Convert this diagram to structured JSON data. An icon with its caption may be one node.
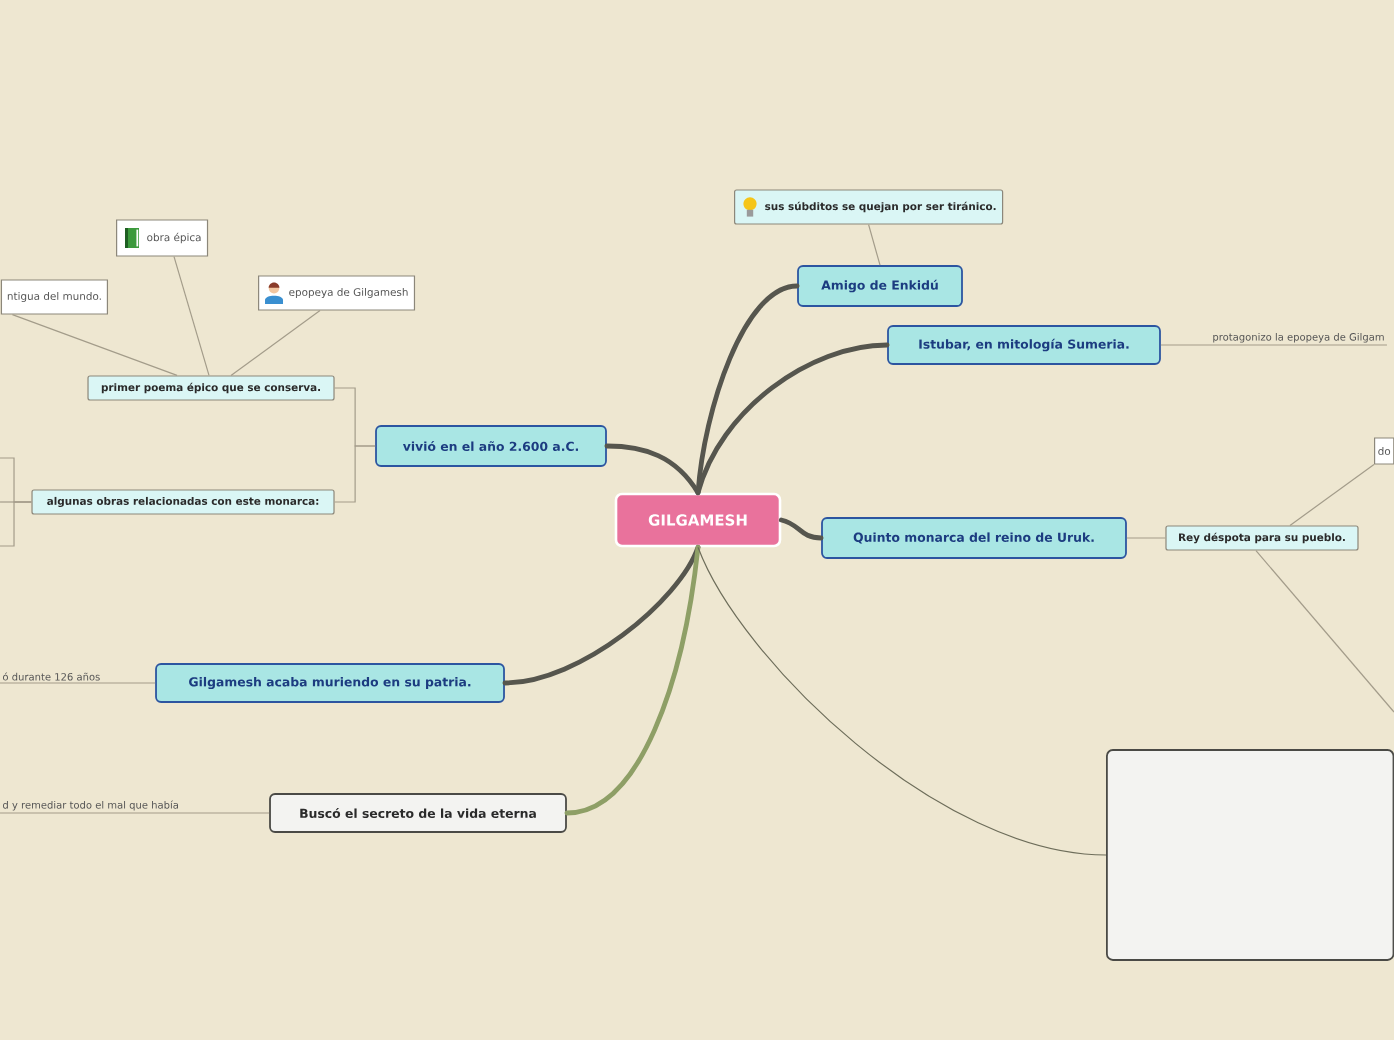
{
  "diagram": {
    "nodes": [
      {
        "text": [
          "GILGAMESH"
        ]
      },
      {
        "text": [
          "vivió en el año 2.600 a.C."
        ]
      },
      {
        "text": [
          "primer poema épico que se conserva."
        ]
      },
      {
        "text": [
          "ntigua del mundo."
        ]
      },
      {
        "text": [
          "obra épica"
        ]
      },
      {
        "text": [
          "epopeya de Gilgamesh"
        ]
      },
      {
        "text": [
          "algunas obras relacionadas con este monarca:"
        ]
      },
      {
        "text": [
          "Amigo de Enkidú"
        ]
      },
      {
        "text": [
          "sus súbditos se quejan por ser tiránico."
        ]
      },
      {
        "text": [
          "Istubar, en mitología Sumeria."
        ]
      },
      {
        "text": [
          "protagonizo la epopeya de Gilgam"
        ]
      },
      {
        "text": [
          "Quinto monarca del reino de Uruk."
        ]
      },
      {
        "text": [
          "Rey déspota para su pueblo."
        ]
      },
      {
        "text": [
          "do"
        ]
      },
      {
        "text": [
          "Gilgamesh acaba muriendo en su patria."
        ]
      },
      {
        "text": [
          "ó durante 126 años"
        ]
      },
      {
        "text": [
          "Buscó el secreto de la vida eterna"
        ]
      },
      {
        "text": [
          "d y remediar todo el mal que había"
        ]
      },
      {
        "text": [],
        "shape": "box"
      }
    ],
    "edges": [
      {
        "from": 0,
        "to": 1,
        "arrow": "none",
        "style": "thick",
        "color": "#56564e"
      },
      {
        "from": 1,
        "to": 2,
        "arrow": "none"
      },
      {
        "from": 1,
        "to": 6,
        "arrow": "none"
      },
      {
        "from": 2,
        "to": 3,
        "arrow": "none"
      },
      {
        "from": 2,
        "to": 4,
        "arrow": "none"
      },
      {
        "from": 2,
        "to": 5,
        "arrow": "none"
      },
      {
        "from": 6,
        "to": null,
        "arrow": "none"
      },
      {
        "from": 6,
        "to": null,
        "arrow": "none"
      },
      {
        "from": 6,
        "to": null,
        "arrow": "none"
      },
      {
        "from": 0,
        "to": 7,
        "arrow": "none",
        "style": "thick",
        "color": "#56564e"
      },
      {
        "from": 7,
        "to": 8,
        "arrow": "none"
      },
      {
        "from": 0,
        "to": 9,
        "arrow": "none",
        "style": "thick",
        "color": "#56564e"
      },
      {
        "from": 9,
        "to": 10,
        "arrow": "none"
      },
      {
        "from": 0,
        "to": 11,
        "arrow": "none",
        "style": "thick",
        "color": "#56564e"
      },
      {
        "from": 11,
        "to": 12,
        "arrow": "none"
      },
      {
        "from": 12,
        "to": 13,
        "arrow": "none"
      },
      {
        "from": 12,
        "to": null,
        "arrow": "none"
      },
      {
        "from": 0,
        "to": 14,
        "arrow": "none",
        "style": "thick",
        "color": "#56564e"
      },
      {
        "from": 14,
        "to": 15,
        "arrow": "none"
      },
      {
        "from": 0,
        "to": 16,
        "arrow": "none",
        "style": "thick",
        "color": "#8e9f66"
      },
      {
        "from": 16,
        "to": 17,
        "arrow": "none"
      },
      {
        "from": 0,
        "to": 18,
        "arrow": "none",
        "color": "#6d6d5a"
      }
    ]
  }
}
